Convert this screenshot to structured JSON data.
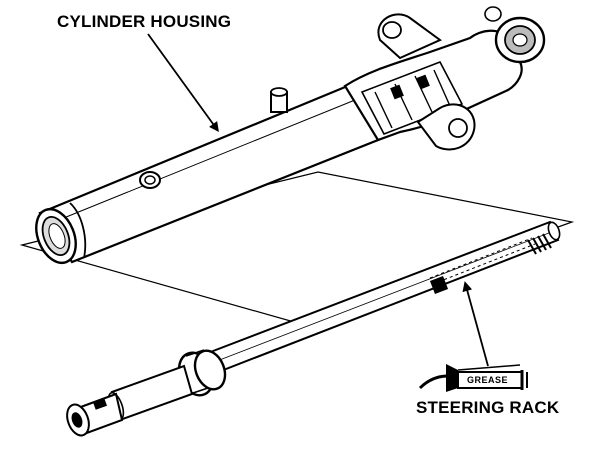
{
  "labels": {
    "cylinder_housing": "CYLINDER HOUSING",
    "steering_rack": "STEERING RACK",
    "grease_tube": "GREASE"
  }
}
